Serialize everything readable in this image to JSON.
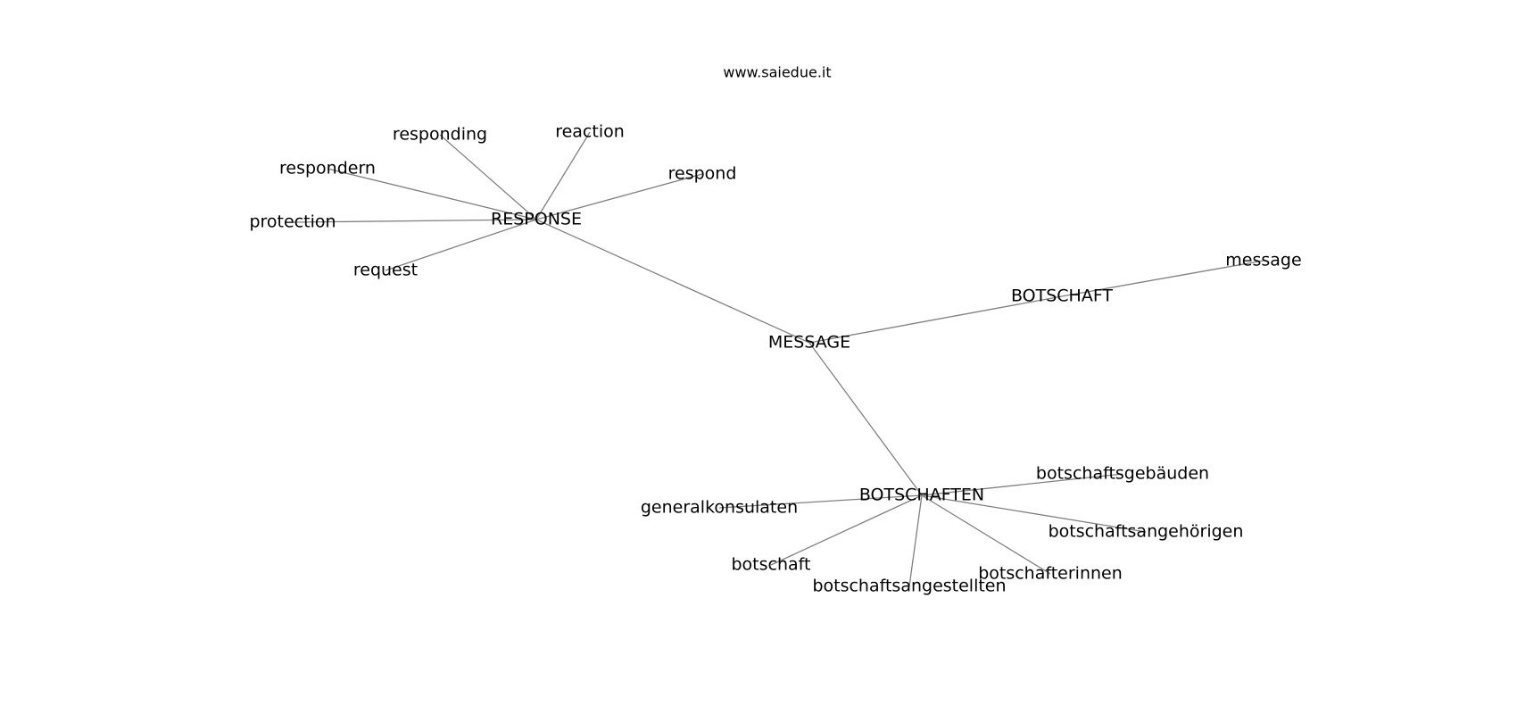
{
  "source": "www.saiedue.it",
  "graph": {
    "nodes": [
      {
        "id": "message_hub",
        "label": "MESSAGE"
      },
      {
        "id": "response",
        "label": "RESPONSE"
      },
      {
        "id": "botschaft_hub",
        "label": "BOTSCHAFT"
      },
      {
        "id": "botschaften",
        "label": "BOTSCHAFTEN"
      },
      {
        "id": "responding",
        "label": "responding"
      },
      {
        "id": "reaction",
        "label": "reaction"
      },
      {
        "id": "respondern",
        "label": "respondern"
      },
      {
        "id": "respond",
        "label": "respond"
      },
      {
        "id": "protection",
        "label": "protection"
      },
      {
        "id": "request",
        "label": "request"
      },
      {
        "id": "message_leaf",
        "label": "message"
      },
      {
        "id": "botschaftsgebaeuden",
        "label": "botschaftsgebäuden"
      },
      {
        "id": "generalkonsulaten",
        "label": "generalkonsulaten"
      },
      {
        "id": "botschaftsangehoerigen",
        "label": "botschaftsangehörigen"
      },
      {
        "id": "botschaft_leaf",
        "label": "botschaft"
      },
      {
        "id": "botschafterinnen",
        "label": "botschafterinnen"
      },
      {
        "id": "botschaftsangestellten",
        "label": "botschaftsangestellten"
      }
    ],
    "edges": [
      [
        "message_hub",
        "response"
      ],
      [
        "message_hub",
        "botschaft_hub"
      ],
      [
        "message_hub",
        "botschaften"
      ],
      [
        "response",
        "responding"
      ],
      [
        "response",
        "reaction"
      ],
      [
        "response",
        "respondern"
      ],
      [
        "response",
        "respond"
      ],
      [
        "response",
        "protection"
      ],
      [
        "response",
        "request"
      ],
      [
        "botschaft_hub",
        "message_leaf"
      ],
      [
        "botschaften",
        "botschaftsgebaeuden"
      ],
      [
        "botschaften",
        "generalkonsulaten"
      ],
      [
        "botschaften",
        "botschaftsangehoerigen"
      ],
      [
        "botschaften",
        "botschaft_leaf"
      ],
      [
        "botschaften",
        "botschafterinnen"
      ],
      [
        "botschaften",
        "botschaftsangestellten"
      ]
    ]
  }
}
